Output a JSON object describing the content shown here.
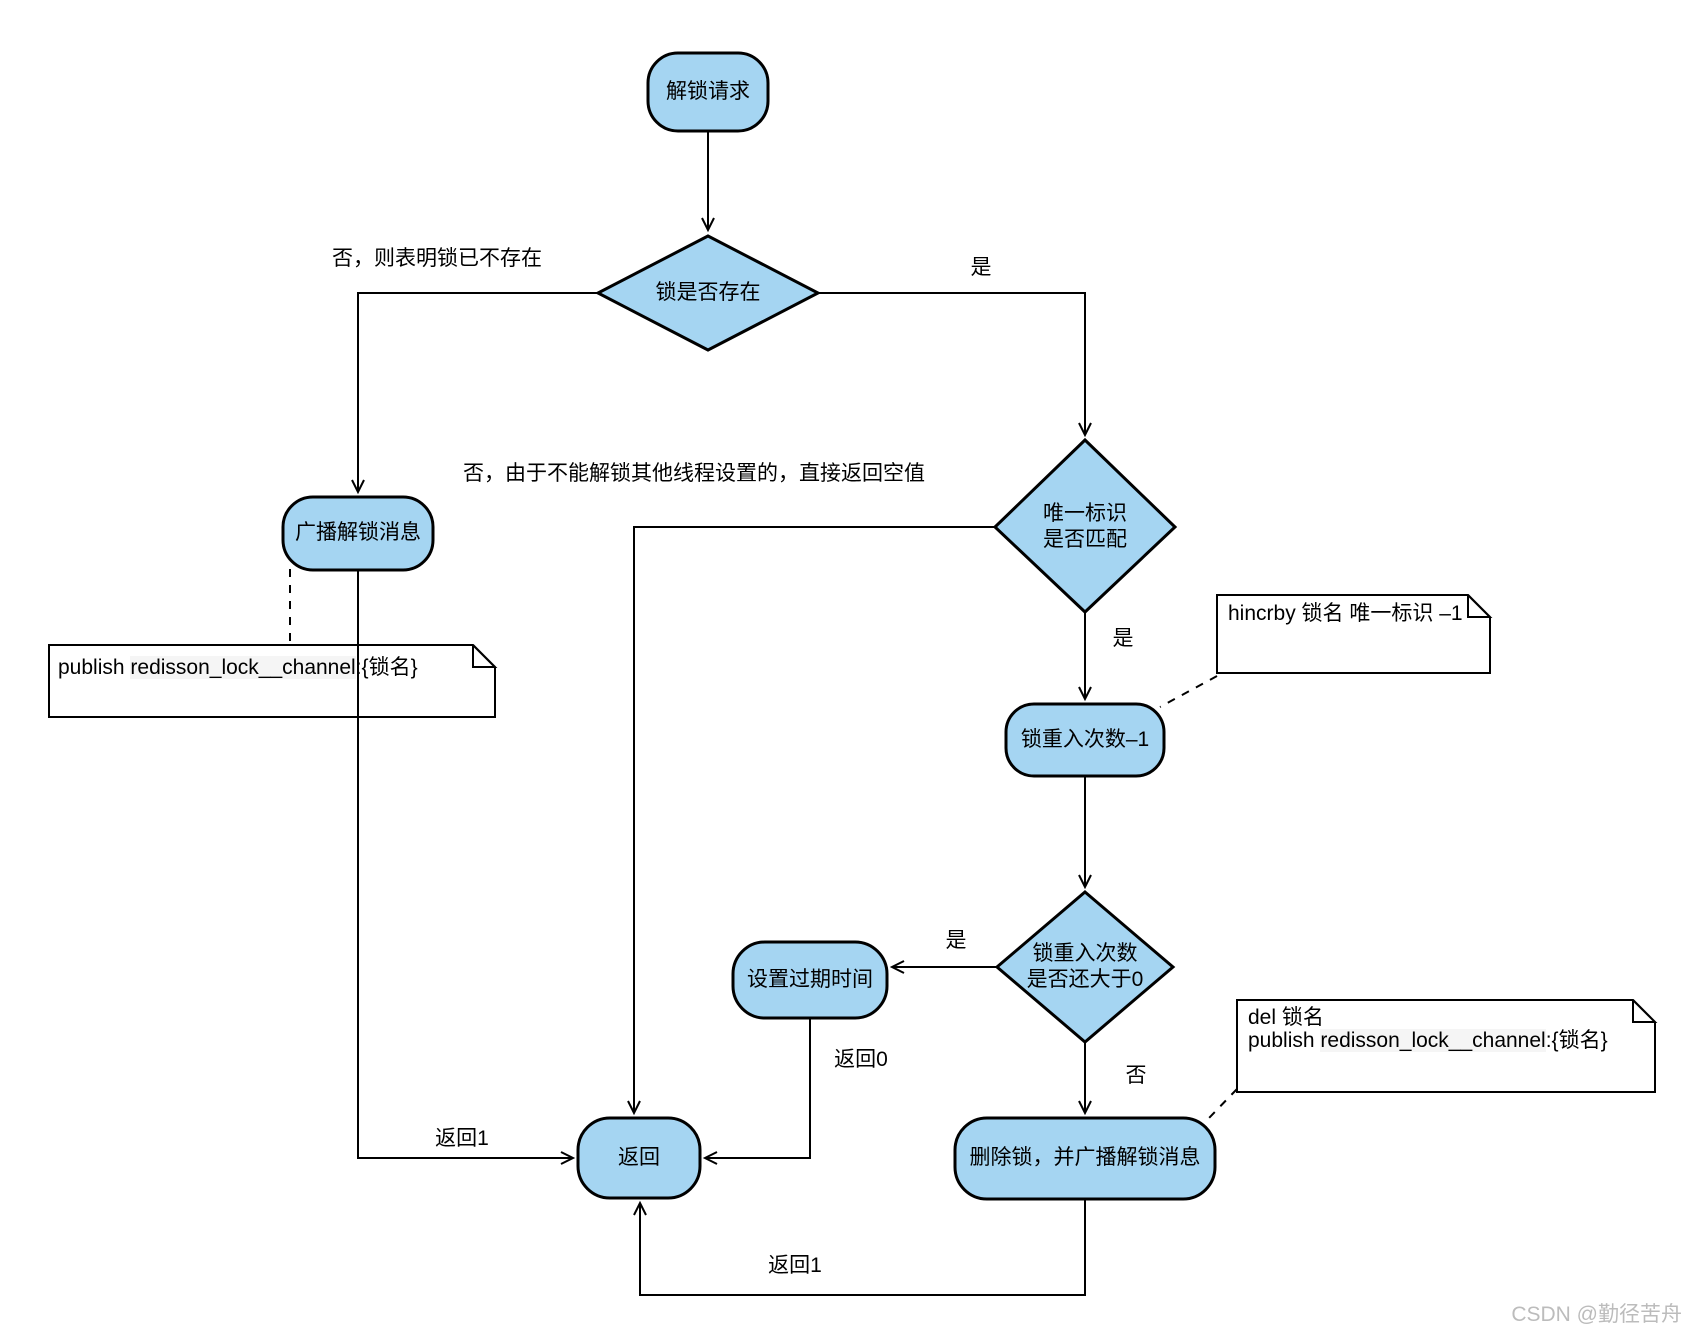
{
  "diagram": {
    "nodes": {
      "start": "解锁请求",
      "broadcast_unlock": "广播解锁消息",
      "decr_reentrant": "锁重入次数–1",
      "set_expire": "设置过期时间",
      "delete_and_broadcast": "删除锁，并广播解锁消息",
      "return": "返回"
    },
    "decisions": {
      "lock_exists": "锁是否存在",
      "id_match_line1": "唯一标识",
      "id_match_line2": "是否匹配",
      "reentrant_gt0_line1": "锁重入次数",
      "reentrant_gt0_line2": "是否还大于0"
    },
    "edge_labels": {
      "no_lock_missing": "否，则表明锁已不存在",
      "yes_exists": "是",
      "no_cannot_unlock_other": "否，由于不能解锁其他线程设置的，直接返回空值",
      "yes_match": "是",
      "yes_gt0": "是",
      "return_0": "返回0",
      "no_gt0": "否",
      "return_1_left": "返回1",
      "return_1_bottom": "返回1"
    },
    "notes": {
      "publish": {
        "prefix": "publish ",
        "code": "redisson_lock__channel",
        "suffix": ":{锁名}"
      },
      "hincrby": "hincrby 锁名 唯一标识 –1",
      "del": {
        "line1": "del 锁名",
        "line2_prefix": "publish ",
        "line2_code": "redisson_lock__channel",
        "line2_suffix": ":{锁名}"
      }
    },
    "watermark": "CSDN @勤径苦舟",
    "colors": {
      "node_fill": "#A5D5F2",
      "shape_stroke": "#000000",
      "edge_stroke": "#000000",
      "note_fill": "#FFFFFF",
      "code_highlight": "#F5F5F5",
      "watermark_text": "#BCBCBC",
      "background": "#FFFFFF"
    }
  }
}
